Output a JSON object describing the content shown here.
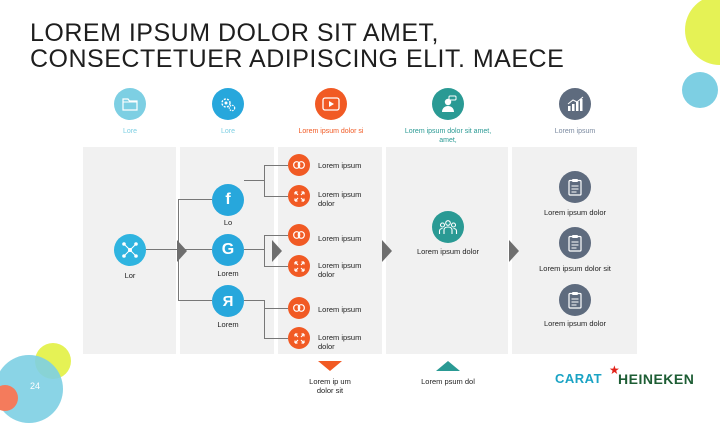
{
  "title": "LOREM IPSUM DOLOR SIT AMET, CONSECTETUER ADIPISCING ELIT. MAECE",
  "page_number": "24",
  "colors": {
    "teal": "#2a9a94",
    "blue": "#27a7dc",
    "orange": "#f15a24",
    "slate": "#5e6b7e",
    "lightblue": "#7dcfe3",
    "lime": "#e5f255"
  },
  "header": [
    {
      "icon": "folder-icon",
      "label": "Lore",
      "color": "#7dcfe3"
    },
    {
      "icon": "gears-icon",
      "label": "Lore",
      "color": "#27a7dc"
    },
    {
      "icon": "video-play-icon",
      "label": "Lorem ipsum dolor si",
      "color": "#f15a24"
    },
    {
      "icon": "person-chat-icon",
      "label": "Lorem ipsum dolor sit amet,",
      "color": "#2a9a94"
    },
    {
      "icon": "bar-chart-icon",
      "label": "Lorem ipsum",
      "color": "#5e6b7e"
    }
  ],
  "col1": {
    "icon": "network-icon",
    "label": "Lor"
  },
  "col2": [
    {
      "icon": "facebook-icon",
      "glyph": "f",
      "label": "Lo"
    },
    {
      "icon": "google-icon",
      "glyph": "G",
      "label": "Lorem"
    },
    {
      "icon": "yandex-icon",
      "glyph": "Я",
      "label": "Lorem"
    }
  ],
  "col3": [
    {
      "icon": "link-icon",
      "label": "Lorem ipsum"
    },
    {
      "icon": "expand-icon",
      "label": "Lorem ipsum dolor"
    },
    {
      "icon": "link-icon",
      "label": "Lorem ipsum"
    },
    {
      "icon": "expand-icon",
      "label": "Lorem ipsum dolor"
    },
    {
      "icon": "link-icon",
      "label": "Lorem ipsum"
    },
    {
      "icon": "expand-icon",
      "label": "Lorem ipsum dolor"
    }
  ],
  "col4": {
    "icon": "group-icon",
    "label": "Lorem ipsum dolor"
  },
  "col5": [
    {
      "icon": "clipboard-icon",
      "label": "Lorem ipsum dolor"
    },
    {
      "icon": "clipboard-icon",
      "label": "Lorem ipsum dolor sit"
    },
    {
      "icon": "clipboard-icon",
      "label": "Lorem ipsum dolor"
    }
  ],
  "footer": {
    "orange_label": "Lorem ip um dolor sit",
    "teal_label": "Lorem psum dol"
  },
  "brands": {
    "carat": "CARAT",
    "heineken": "HEINEKEN"
  }
}
